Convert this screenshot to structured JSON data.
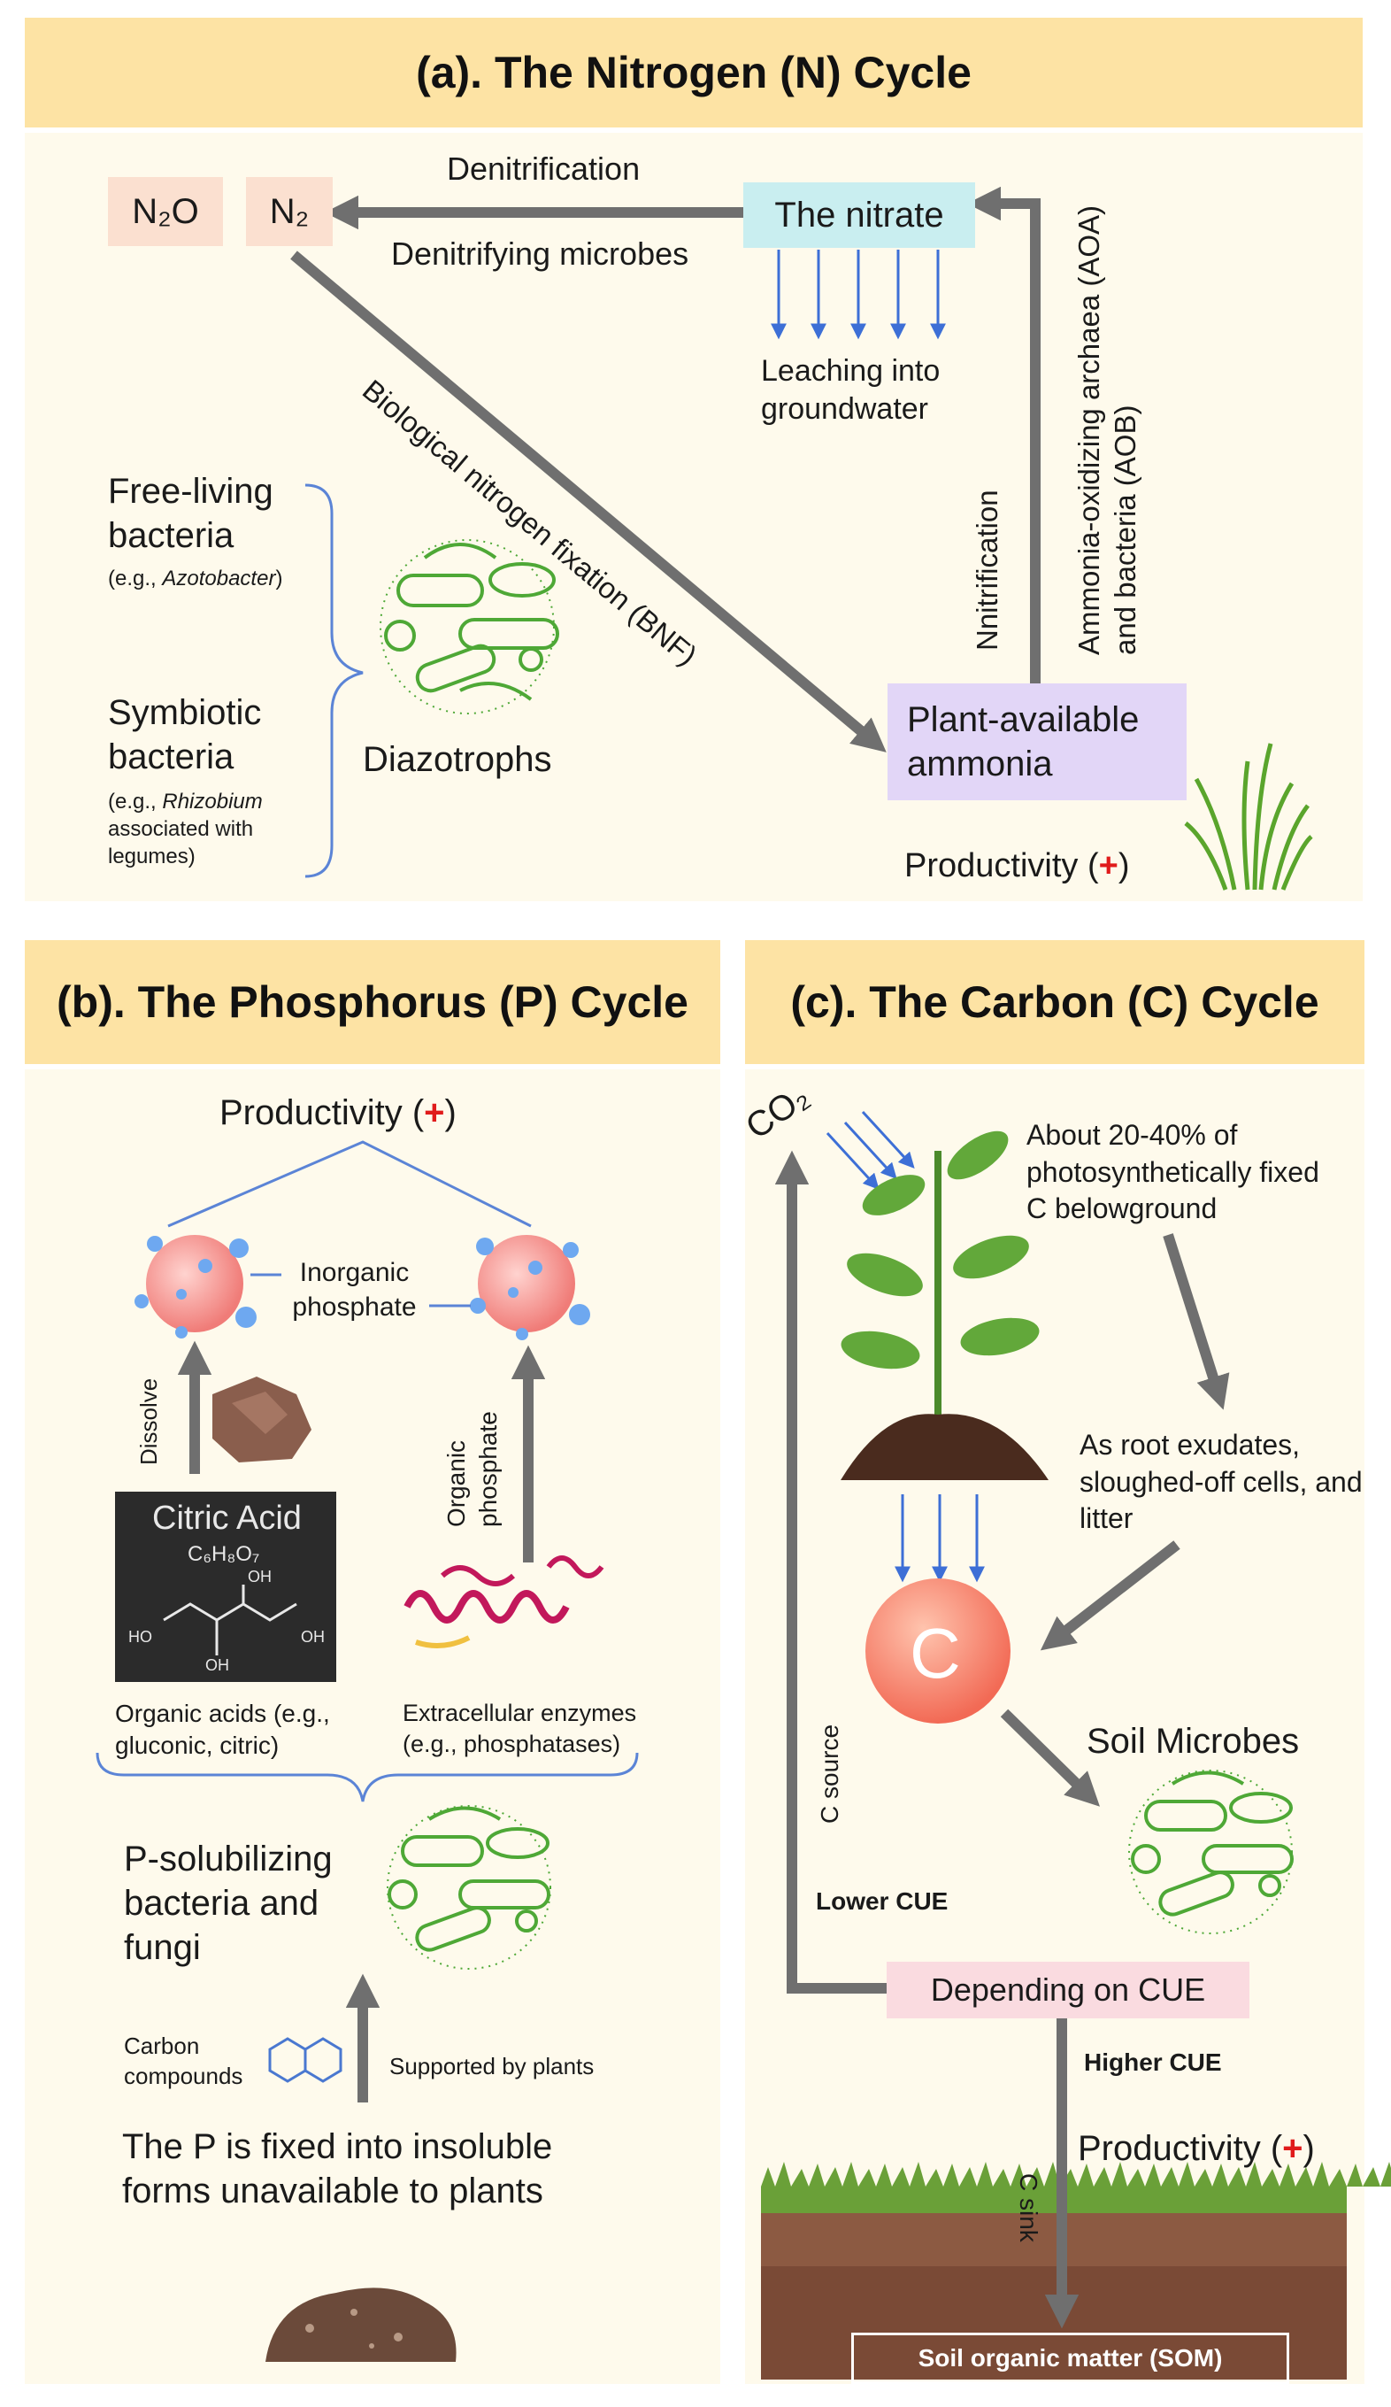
{
  "nitrogen": {
    "title": "(a). The Nitrogen (N) Cycle",
    "n2o": "N₂O",
    "n2": "N₂",
    "denitrification": "Denitrification",
    "denitrifying_microbes": "Denitrifying microbes",
    "nitrate": "The nitrate",
    "leaching": "Leaching into groundwater",
    "aoa_aob": "Ammonia-oxidizing archaea (AOA) and bacteria (AOB)",
    "nitrification": "Nnitrification",
    "bnf": "Biological nitrogen fixation (BNF)",
    "free_living": "Free-living bacteria",
    "free_living_eg_prefix": "(e.g., ",
    "free_living_eg_name": "Azotobacter",
    "free_living_eg_suffix": ")",
    "symbiotic": "Symbiotic bacteria",
    "symbiotic_eg_prefix": "(e.g., ",
    "symbiotic_eg_name": "Rhizobium",
    "symbiotic_eg_rest": "associated with legumes)",
    "diazotrophs": "Diazotrophs",
    "ammonia": "Plant-available ammonia",
    "productivity": "Productivity (",
    "plus": "+",
    "close": ")"
  },
  "phosphorus": {
    "title": "(b). The Phosphorus (P) Cycle",
    "productivity": "Productivity (",
    "plus": "+",
    "close": ")",
    "inorganic_phosphate": "Inorganic phosphate",
    "dissolve": "Dissolve",
    "organic_phosphate": "Organic phosphate",
    "citric_acid_title": "Citric Acid",
    "citric_formula": "C₆H₈O₇",
    "oh": "OH",
    "ho": "HO",
    "organic_acids": "Organic acids (e.g., gluconic, citric)",
    "enzymes": "Extracellular enzymes (e.g., phosphatases)",
    "psb": "P-solubilizing bacteria and fungi",
    "carbon_compounds": "Carbon compounds",
    "supported": "Supported by plants",
    "fixed": "The P is fixed into insoluble forms unavailable to plants"
  },
  "carbon": {
    "title": "(c). The Carbon (C) Cycle",
    "co2": "CO₂",
    "fraction": "About 20-40% of photosynthetically fixed C belowground",
    "exudates": "As root exudates, sloughed-off cells, and litter",
    "c_label": "C",
    "soil_microbes": "Soil Microbes",
    "c_source": "C source",
    "lower_cue": "Lower CUE",
    "depending": "Depending on CUE",
    "higher_cue": "Higher CUE",
    "c_sink": "C sink",
    "productivity": "Productivity (",
    "plus": "+",
    "close": ")",
    "som": "Soil organic matter (SOM)"
  },
  "colors": {
    "title_bg": "#fde3a4",
    "panel_bg": "#fefaec",
    "n_box": "#fbe0d0",
    "nitrate_box": "#c9eef0",
    "ammonia_box": "#e2d6f7",
    "cue_box": "#fadbe0",
    "arrow": "#6f6f6f",
    "blue": "#3d6fd6",
    "microbe_green": "#4ea836"
  }
}
